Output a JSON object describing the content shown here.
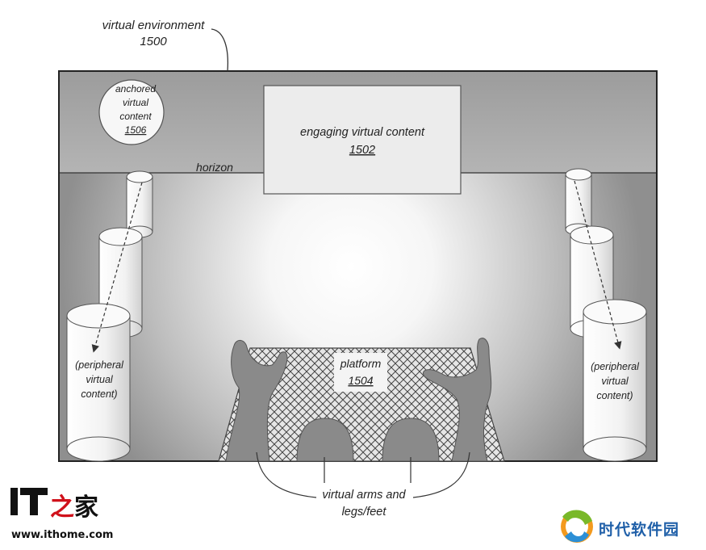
{
  "figure": {
    "env_label": "virtual environment",
    "env_ref": "1500",
    "horizon": "horizon",
    "engaging": {
      "label": "engaging virtual content",
      "ref": "1502"
    },
    "anchored": {
      "line1": "anchored",
      "line2": "virtual",
      "line3": "content",
      "ref": "1506"
    },
    "platform": {
      "label": "platform",
      "ref": "1504"
    },
    "peripheral_left": {
      "line1": "(peripheral",
      "line2": "virtual",
      "line3": "content)"
    },
    "peripheral_right": {
      "line1": "(peripheral",
      "line2": "virtual",
      "line3": "content)"
    },
    "limbs": {
      "line1": "virtual arms and",
      "line2": "legs/feet"
    }
  },
  "watermarks": {
    "ithome_logo": "IT之家",
    "ithome_url": "www.ithome.com",
    "site_name": "时代软件园"
  },
  "colors": {
    "frame": "#222222",
    "wall": "#9a9a9a",
    "floor_center": "#ffffff",
    "platform": "#8a8a8a",
    "ithome_red": "#d0111b",
    "site_blue": "#1f5fa8"
  }
}
